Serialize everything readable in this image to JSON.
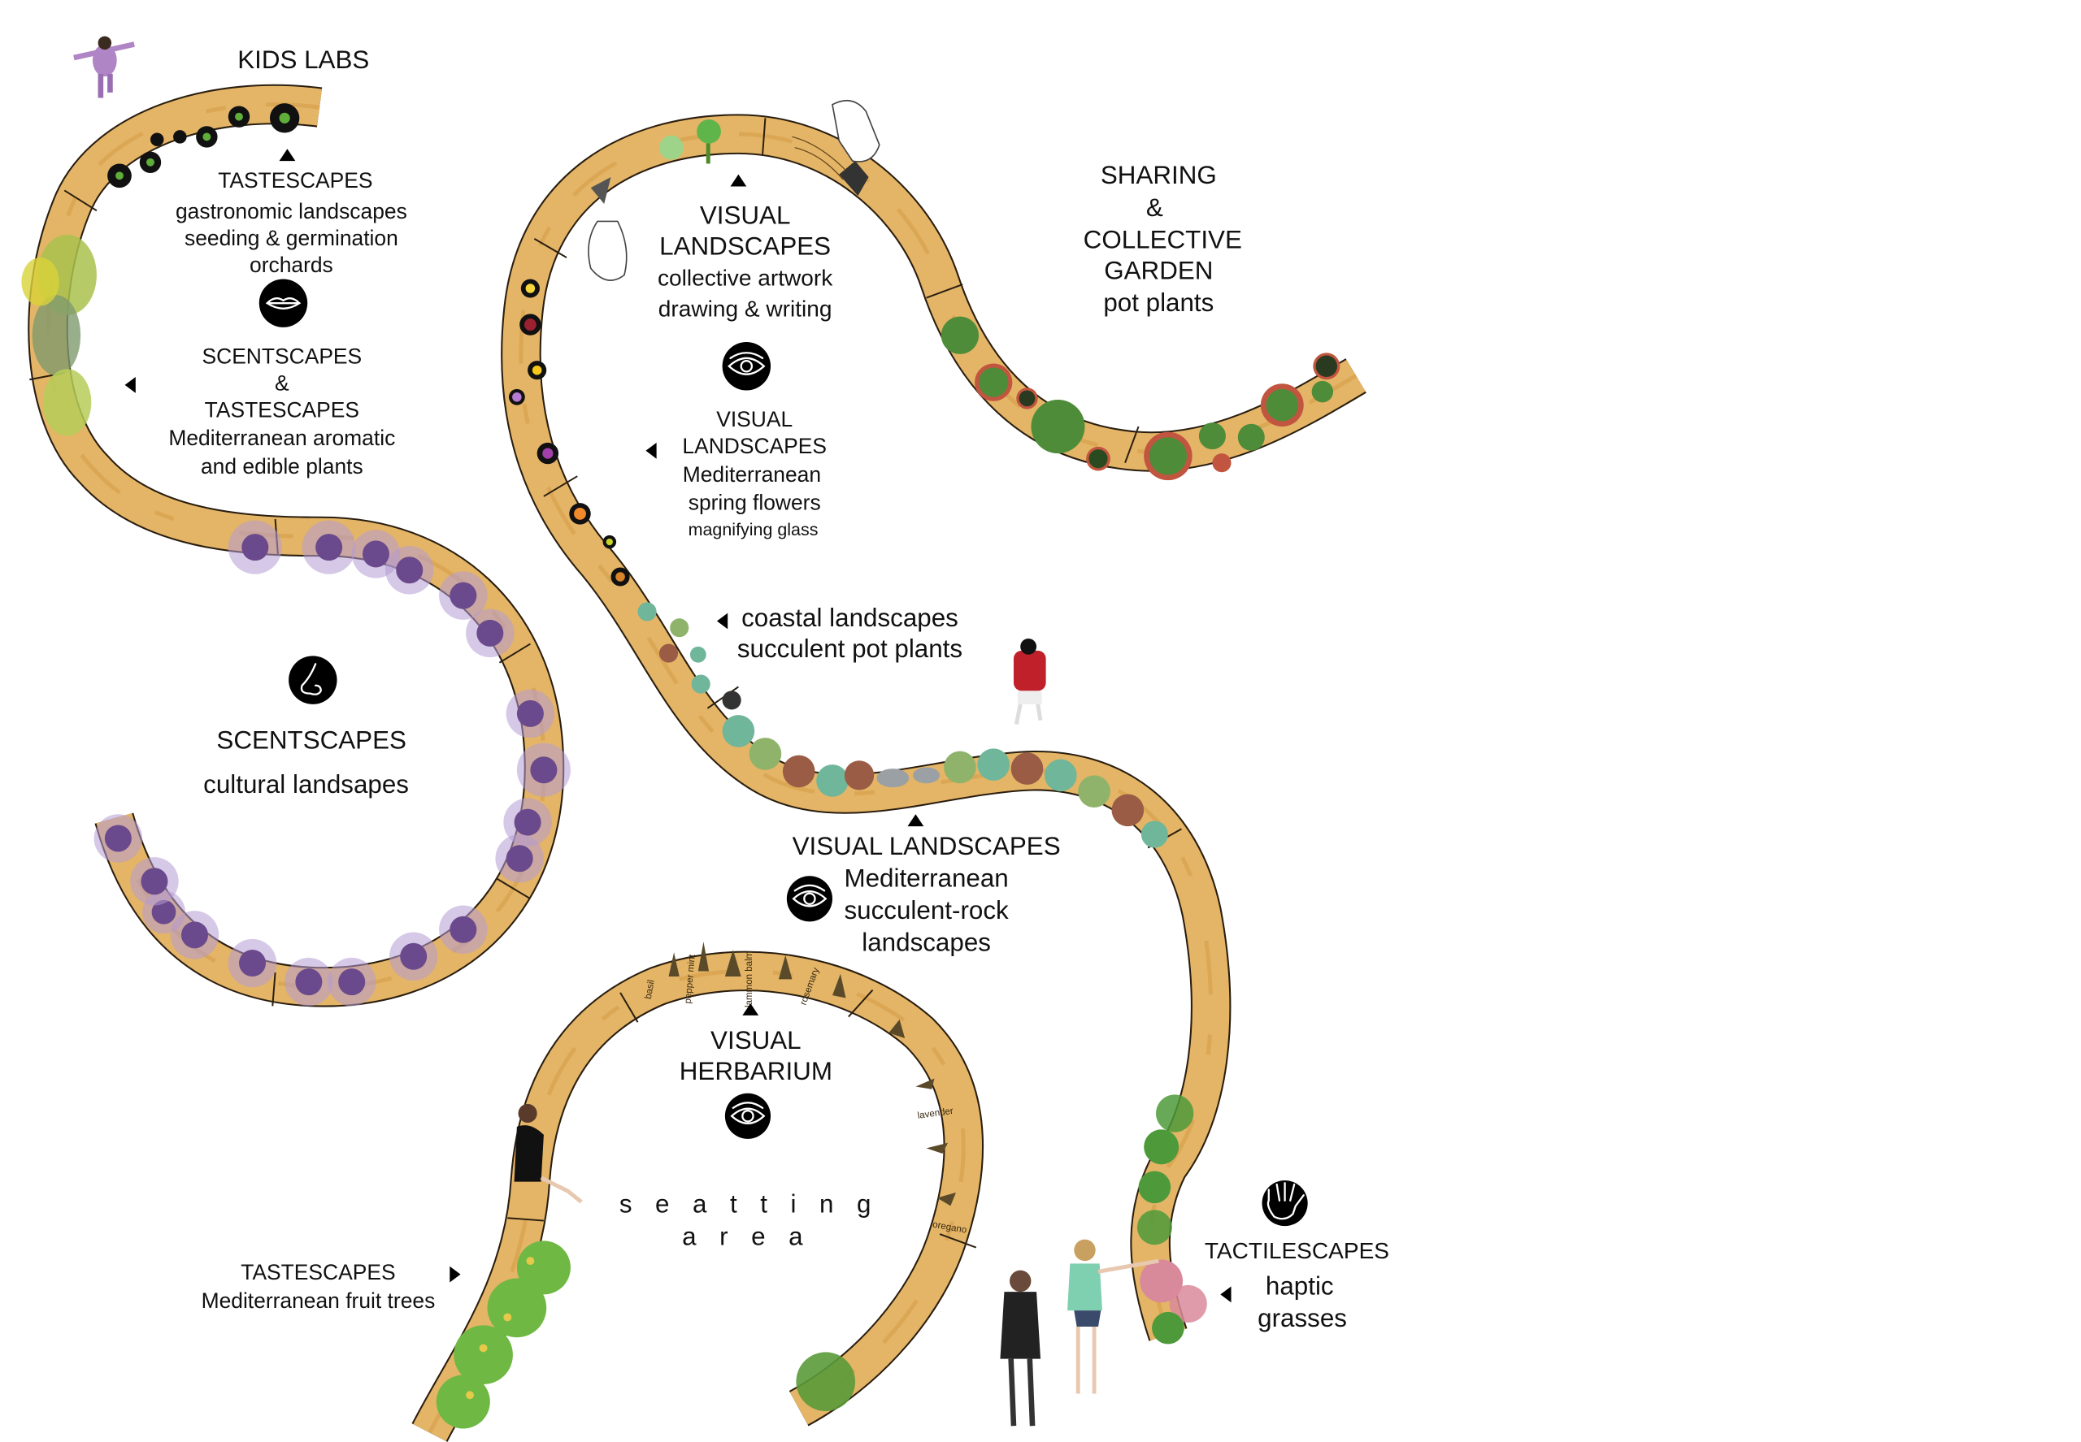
{
  "title": "Sensory garden serpentine bench plan",
  "colors": {
    "wood": "#e4b566",
    "wood_grain": "#d49a45",
    "outline": "#2a1e10",
    "icon": "#000000",
    "text": "#111111",
    "lavender": "#6a4a8c"
  },
  "zones": {
    "kids_labs": {
      "title": "KIDS LABS"
    },
    "tastescapes_top": {
      "title": "TASTESCAPES",
      "lines": [
        "gastronomic landscapes",
        "seeding & germination",
        "orchards"
      ],
      "icon": "mouth-icon"
    },
    "scent_taste": {
      "lines": [
        "SCENTSCAPES",
        "&",
        "TASTESCAPES",
        "Mediterranean aromatic",
        "and edible plants"
      ]
    },
    "scentscapes": {
      "title": "SCENTSCAPES",
      "subtitle": "cultural landsapes",
      "icon": "nose-icon"
    },
    "visual_artwork": {
      "lines": [
        "VISUAL",
        "LANDSCAPES",
        "collective artwork",
        "drawing & writing"
      ],
      "icon": "eye-icon"
    },
    "visual_flowers": {
      "lines": [
        "VISUAL",
        "LANDSCAPES",
        "Mediterranean",
        "spring flowers",
        "magnifying glass"
      ]
    },
    "sharing": {
      "lines": [
        "SHARING",
        "&",
        "COLLECTIVE",
        "GARDEN",
        "pot plants"
      ]
    },
    "coastal": {
      "lines": [
        "coastal landscapes",
        "succulent pot plants"
      ]
    },
    "visual_succulent": {
      "title": "VISUAL LANDSCAPES",
      "lines": [
        "Mediterranean",
        "succulent-rock",
        "landscapes"
      ],
      "icon": "eye-icon"
    },
    "herbarium": {
      "lines": [
        "VISUAL",
        "HERBARIUM"
      ],
      "icon": "eye-icon",
      "herbs": [
        "basil",
        "pepper mint",
        "lammon balm",
        "rosemary",
        "lavender",
        "oregano"
      ]
    },
    "seating": {
      "lines": [
        "s e a t t i n g",
        "a r e a"
      ]
    },
    "tastescapes_fruit": {
      "lines": [
        "TASTESCAPES",
        "Mediterranean fruit trees"
      ]
    },
    "tactilescapes": {
      "title": "TACTILESCAPES",
      "lines": [
        "haptic",
        "grasses"
      ],
      "icon": "hand-icon"
    }
  }
}
